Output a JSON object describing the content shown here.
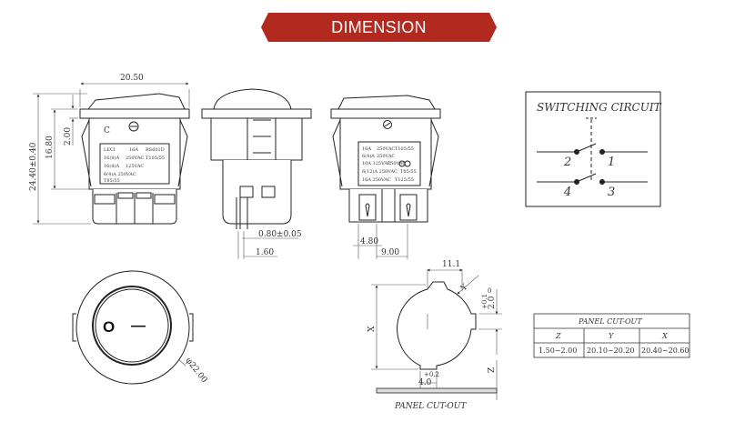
{
  "header": {
    "title": "DIMENSION",
    "banner_color": "#b22a1f"
  },
  "front_view": {
    "width_dim": "20.50",
    "height_total_dim": "24.40±0.40",
    "height_body_dim": "16.80",
    "rocker_dim": "2.00",
    "mark_c": "C",
    "label_lines": [
      "LECI",
      "16A",
      "RS601D",
      "16(8)A",
      "250VAC",
      "T105/55",
      "16(8)A",
      "125VAC",
      "6(4)A 250VAC",
      "T85/55"
    ]
  },
  "side_view": {
    "pin_width_dim": "0.80±0.05",
    "pin_depth_dim": "1.60"
  },
  "back_view": {
    "terminal_width_dim": "4.80",
    "terminal_spacing_dim": "9.00",
    "label_lines": [
      "16A",
      "250VAC",
      "T105/55",
      "6(4)A",
      "250VAC",
      "10A 125VAC",
      "250VAC",
      "6(12)A 250VAC",
      "T85/55",
      "16A 250VAC",
      "T125/55"
    ]
  },
  "top_view": {
    "diameter_dim": "φ22.00",
    "on_symbol": "O",
    "off_symbol": "—"
  },
  "switching_circuit": {
    "title": "SWITCHING CIRCUIT",
    "terminals": [
      "2",
      "1",
      "4",
      "3"
    ]
  },
  "cutout_drawing": {
    "label": "PANEL CUT-OUT",
    "dim_top": "11.1",
    "dim_y": "Y",
    "dim_x": "X",
    "dim_z": "Z",
    "dim_tol_top": "+0.1",
    "dim_tab": "2.0",
    "dim_tol_bottom": "+0.2",
    "dim_bottom": "4.0",
    "dim_zero": "0"
  },
  "cutout_table": {
    "title": "PANEL CUT-OUT",
    "headers": [
      "Z",
      "Y",
      "X"
    ],
    "values": [
      "1.50~2.00",
      "20.10~20.20",
      "20.40~20.60"
    ]
  }
}
